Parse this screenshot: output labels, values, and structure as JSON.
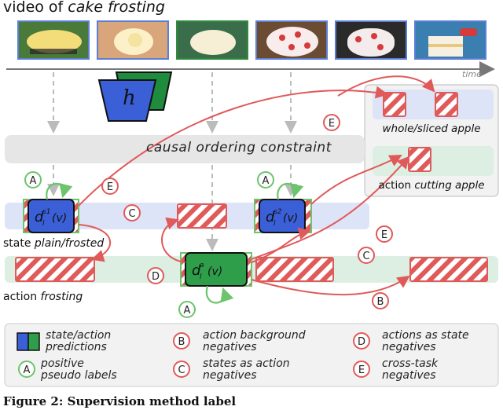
{
  "header": {
    "title_prefix": "video of ",
    "title_task": "cake frosting",
    "time_label": "time"
  },
  "frames": [
    {
      "caption_overlay": "",
      "border": "#5b7fd6"
    },
    {
      "caption_overlay": "",
      "border": "#5b7fd6"
    },
    {
      "caption_overlay": "",
      "border": "#2e8b3e"
    },
    {
      "caption_overlay": "",
      "border": "#5b7fd6"
    },
    {
      "caption_overlay": "",
      "border": "#5b7fd6"
    },
    {
      "caption_overlay": "",
      "border": "#5b7fd6"
    }
  ],
  "model": {
    "symbol": "h"
  },
  "constraint": {
    "label": "causal ordering constraint"
  },
  "bands": {
    "state_prefix": "state ",
    "state_task": "plain/frosted",
    "action_prefix": "action ",
    "action_task": "frosting"
  },
  "cross_task": {
    "state_label": "whole/sliced apple",
    "action_prefix": "action ",
    "action_task": "cutting apple"
  },
  "predictions": {
    "state1": "d",
    "state2": "d",
    "action": "d"
  },
  "markers": {
    "A": "A",
    "B": "B",
    "C": "C",
    "D": "D",
    "E": "E"
  },
  "legend": {
    "items": [
      {
        "key": "",
        "text1": "state/action",
        "text2": "predictions"
      },
      {
        "key": "A",
        "text1": "positive",
        "text2": "pseudo labels"
      },
      {
        "key": "B",
        "text1": "action background",
        "text2": "negatives"
      },
      {
        "key": "C",
        "text1": "states as action",
        "text2": "negatives"
      },
      {
        "key": "D",
        "text1": "actions as state",
        "text2": "negatives"
      },
      {
        "key": "E",
        "text1": "cross-task",
        "text2": "negatives"
      }
    ]
  },
  "caption": {
    "text": "Figure 2: Supervision method label"
  },
  "colors": {
    "state_band": "#dde4f7",
    "action_band": "#dcefe2",
    "grey_band": "#e6e6e6",
    "stripe": "#e05a5a",
    "arrow_red": "#e05a5a",
    "arrow_green": "#6cc46c",
    "blue_box": "#3b5fd6",
    "green_box": "#2e9e4a",
    "marker_red": "#e05a5a"
  }
}
